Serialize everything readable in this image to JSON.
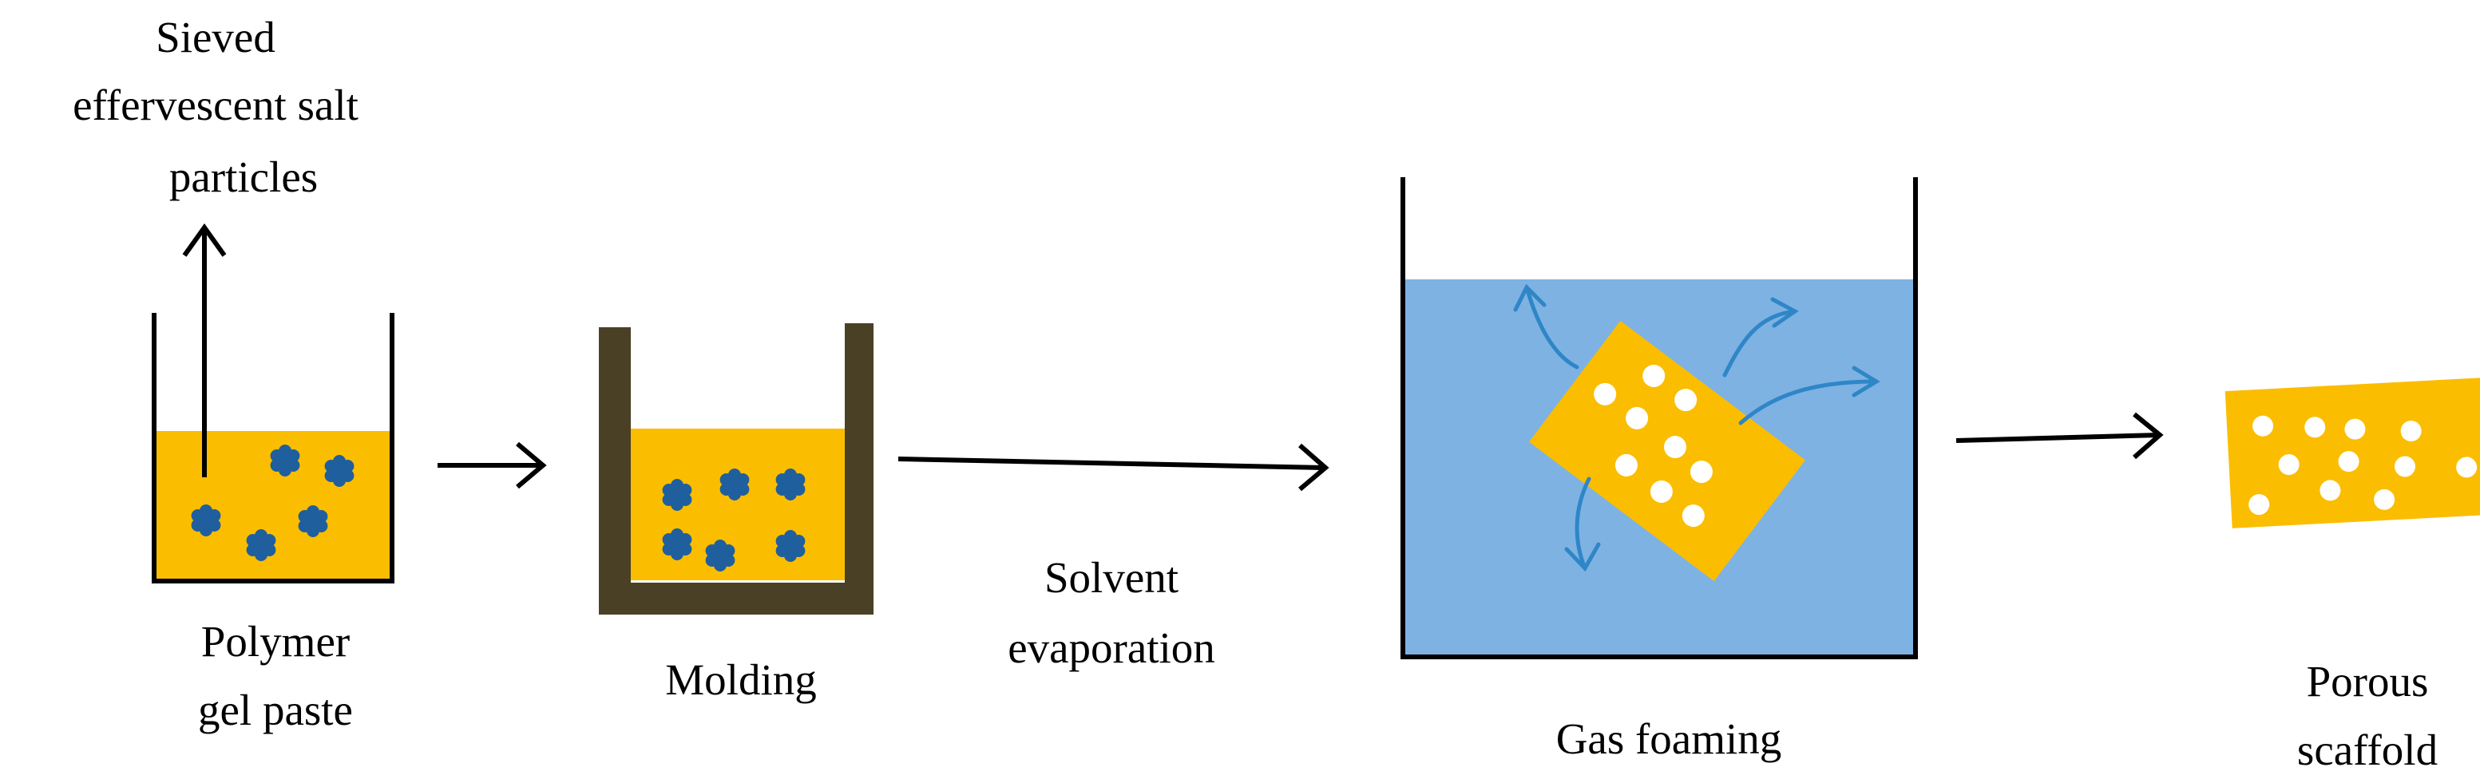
{
  "labels": {
    "sieved_line1": "Sieved",
    "sieved_line2": "effervescent salt",
    "sieved_line3": "particles",
    "polymer_line1": "Polymer",
    "polymer_line2": "gel paste",
    "molding": "Molding",
    "solvent_line1": "Solvent",
    "solvent_line2": "evaporation",
    "gas_foaming": "Gas foaming",
    "porous_line1": "Porous",
    "porous_line2": "scaffold"
  },
  "colors": {
    "polymer": "#fbbd00",
    "salt_particle": "#1f5f9e",
    "mold_wall": "#4a4026",
    "water": "#7db2e3",
    "gas_arrow": "#2f86c7",
    "pore": "#ffffff",
    "line": "#000000"
  },
  "icons": {
    "salt_particle": "flower-shaped-particle",
    "pore": "white-circle"
  }
}
